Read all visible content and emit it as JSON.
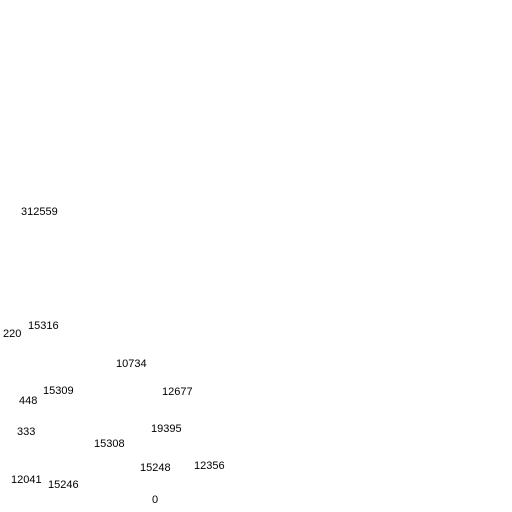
{
  "labels": [
    "312559",
    "15316",
    "220",
    "10734",
    "15309",
    "12677",
    "448",
    "333",
    "19395",
    "15308",
    "15248",
    "12356",
    "12041",
    "15246",
    "0"
  ]
}
